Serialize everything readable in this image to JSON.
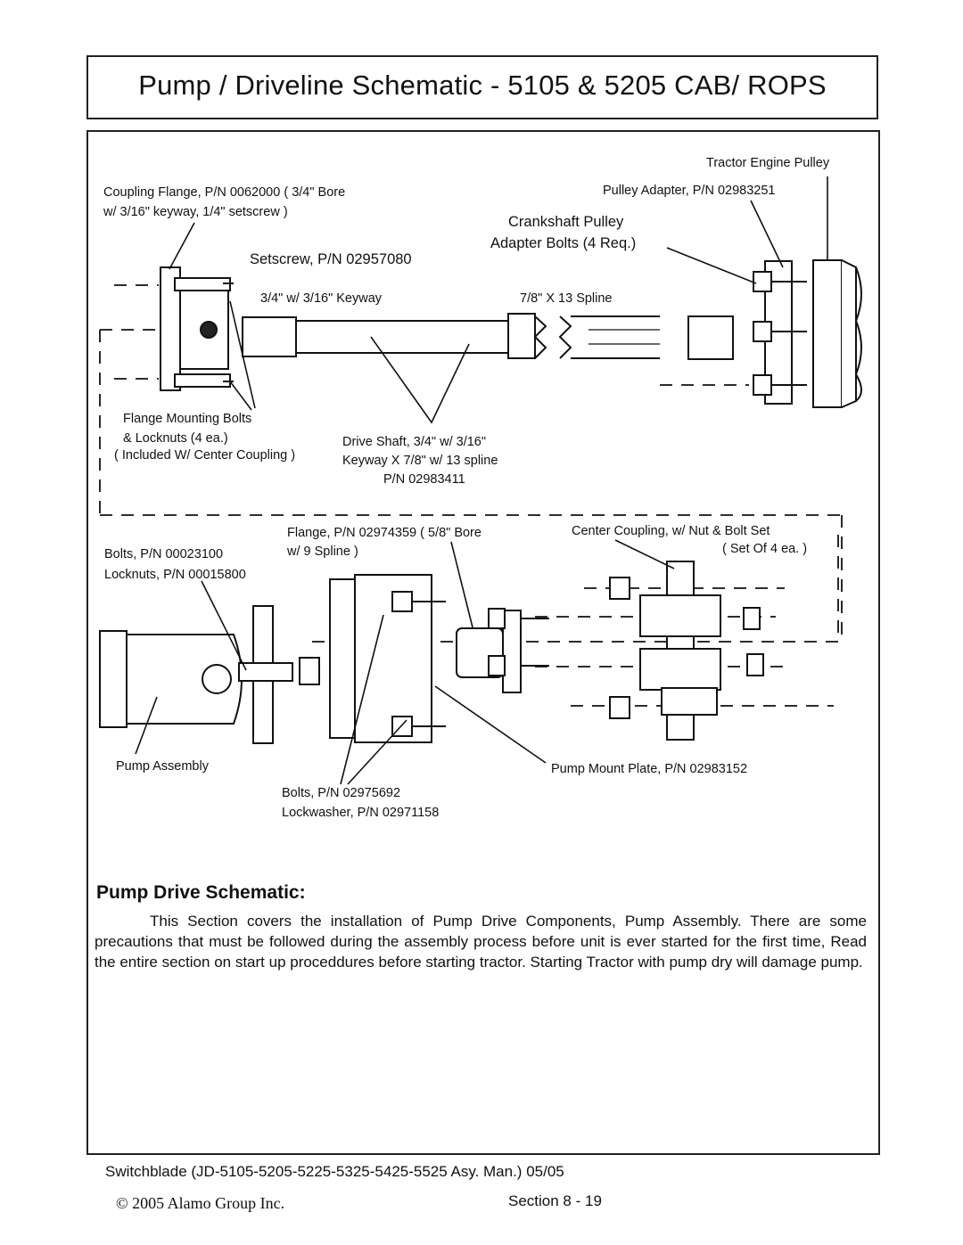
{
  "page": {
    "title": "Pump / Driveline Schematic - 5105 & 5205 CAB/ ROPS"
  },
  "diagram": {
    "labels": {
      "tractor_engine_pulley": "Tractor Engine Pulley",
      "pulley_adapter": "Pulley Adapter, P/N 02983251",
      "coupling_flange_1": "Coupling Flange, P/N 0062000 ( 3/4\" Bore",
      "coupling_flange_2": "w/ 3/16\" keyway, 1/4\" setscrew )",
      "crankshaft_pulley_1": "Crankshaft Pulley",
      "crankshaft_pulley_2": "Adapter Bolts (4 Req.)",
      "setscrew": "Setscrew, P/N 02957080",
      "keyway": "3/4\" w/ 3/16\" Keyway",
      "spline": "7/8\" X 13 Spline",
      "flange_bolts_1": "Flange Mounting Bolts",
      "flange_bolts_2": "& Locknuts (4 ea.)",
      "flange_bolts_3": "( Included W/ Center Coupling )",
      "drive_shaft_1": "Drive Shaft, 3/4\" w/ 3/16\"",
      "drive_shaft_2": "Keyway X 7/8\" w/ 13 spline",
      "drive_shaft_3": "P/N 02983411",
      "flange_2_1": "Flange, P/N 02974359 ( 5/8\" Bore",
      "flange_2_2": "w/ 9 Spline )",
      "center_coupling_1": "Center Coupling, w/ Nut & Bolt Set",
      "center_coupling_2": "( Set Of 4 ea. )",
      "bolts_1": "Bolts, P/N  00023100",
      "locknuts_1": "Locknuts, P/N  00015800",
      "pump_assembly": "Pump Assembly",
      "pump_mount_plate": "Pump Mount Plate, P/N 02983152",
      "bolts_2": "Bolts, P/N 02975692",
      "lockwasher": "Lockwasher, P/N 02971158"
    }
  },
  "section": {
    "heading": "Pump  Drive  Schematic:",
    "body": "This Section covers the installation of Pump Drive Components, Pump Assembly. There are some precautions that must be followed during the assembly process  before unit is ever started for the first time, Read the entire section on start up proceddures before starting tractor. Starting Tractor with pump dry will damage pump."
  },
  "footer": {
    "manual": "Switchblade  (JD-5105-5205-5225-5325-5425-5525  Asy.  Man.) 05/05",
    "copyright": "© 2005 Alamo Group Inc.",
    "section": "Section 8  - 19"
  }
}
